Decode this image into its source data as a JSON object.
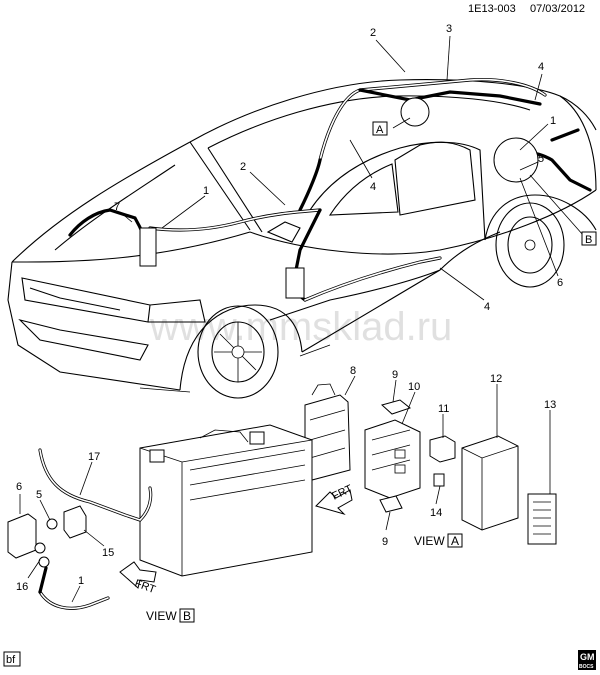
{
  "header": {
    "code": "1E13-003",
    "date": "07/03/2012"
  },
  "watermark": "www.mmsklad.ru",
  "view_labels": {
    "view_a_word": "VIEW",
    "view_a_letter": "A",
    "view_b_word": "VIEW",
    "view_b_letter": "B"
  },
  "frt_label": "FRT",
  "callouts": {
    "c1_front": "1",
    "c2_front": "2",
    "c2_roof": "2",
    "c3": "3",
    "c4_roof_r": "4",
    "c4_pillar": "4",
    "c4_rocker": "4",
    "c1_rear": "1",
    "c5_rear": "5",
    "c6_rear": "6",
    "c7": "7",
    "view_a_marker": "A",
    "view_b_marker": "B",
    "c8": "8",
    "c9_top": "9",
    "c10": "10",
    "c11": "11",
    "c12": "12",
    "c13": "13",
    "c14": "14",
    "c9_bot": "9",
    "c17": "17",
    "c6_bat": "6",
    "c5_bat": "5",
    "c15": "15",
    "c16": "16",
    "c1_bat": "1"
  },
  "footer": {
    "left_tag": "bf",
    "logo_top": "GM",
    "logo_bottom": "BOCS"
  }
}
